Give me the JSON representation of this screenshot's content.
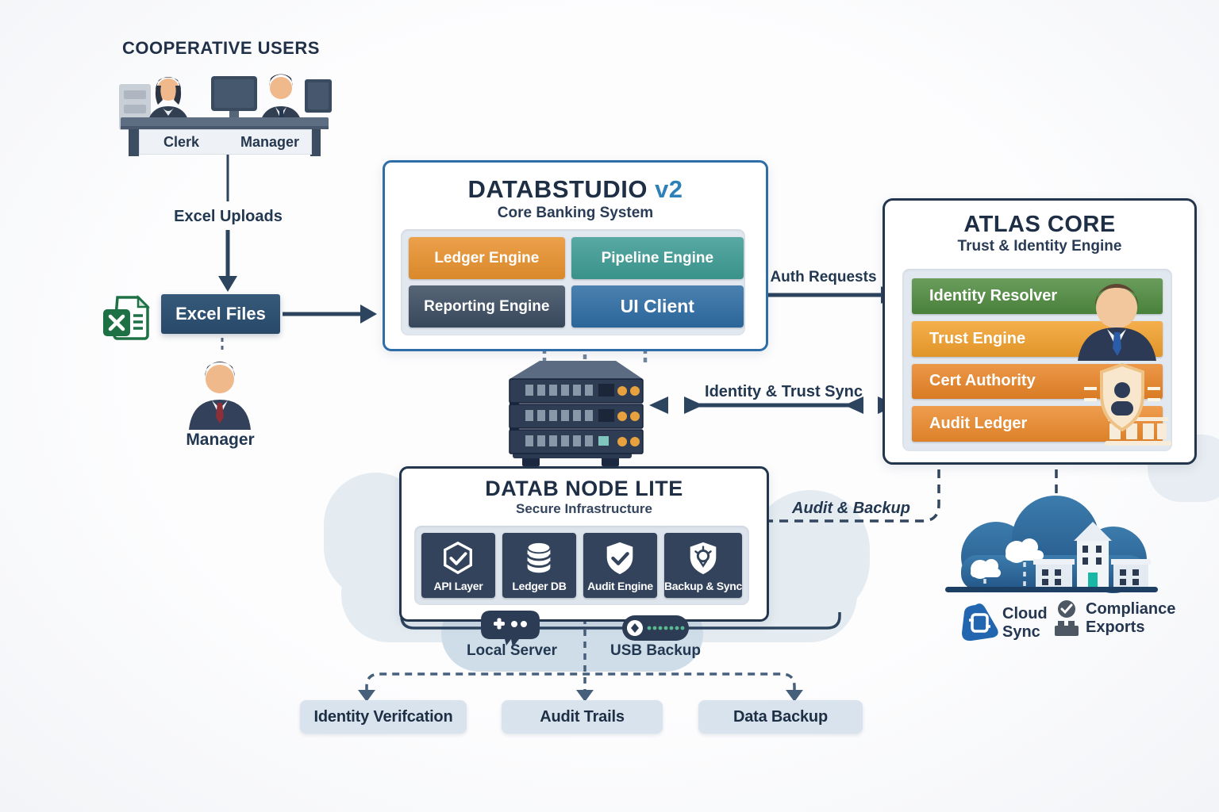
{
  "page": {
    "heading": "COOPERATIVE USERS"
  },
  "desk": {
    "roles": [
      {
        "label": "Clerk"
      },
      {
        "label": "Manager"
      }
    ]
  },
  "flows": {
    "excel_uploads": "Excel Uploads",
    "auth_requests": "Auth Requests",
    "identity_trust_sync": "Identity & Trust Sync",
    "audit_backup": "Audit & Backup"
  },
  "excel": {
    "label": "Excel Files"
  },
  "manager": {
    "label": "Manager"
  },
  "databstudio": {
    "title": "DATABSTUDIO",
    "version": "v2",
    "subtitle": "Core Banking System",
    "modules": [
      {
        "label": "Ledger Engine",
        "color": "#e8912d"
      },
      {
        "label": "Pipeline Engine",
        "color": "#3d9b94"
      },
      {
        "label": "Reporting Engine",
        "color": "#3b4c60"
      },
      {
        "label": "UI Client",
        "color": "#2d6ca3"
      }
    ]
  },
  "atlas": {
    "title": "ATLAS CORE",
    "subtitle": "Trust & Identity Engine",
    "modules": [
      {
        "label": "Identity Resolver",
        "color": "#4e8a3e"
      },
      {
        "label": "Trust Engine",
        "color": "#f2a02b"
      },
      {
        "label": "Cert Authority",
        "color": "#e98426"
      },
      {
        "label": "Audit Ledger",
        "color": "#ec8a2c"
      }
    ]
  },
  "datab_node": {
    "title": "DATAB",
    "title_rest": "NODE LITE",
    "subtitle": "Secure Infrastructure",
    "modules": [
      {
        "label": "API Layer",
        "icon": "hexagon-check-icon"
      },
      {
        "label": "Ledger DB",
        "icon": "database-icon"
      },
      {
        "label": "Audit Engine",
        "icon": "shield-check-icon"
      },
      {
        "label": "Backup & Sync",
        "icon": "shield-sync-icon"
      }
    ]
  },
  "peripherals": {
    "local_server": "Local Server",
    "usb_backup": "USB Backup"
  },
  "outputs": [
    {
      "label": "Identity Verifcation"
    },
    {
      "label": "Audit Trails"
    },
    {
      "label": "Data Backup"
    }
  ],
  "cloud": {
    "services": [
      {
        "label_line1": "Cloud",
        "label_line2": "Sync",
        "icon": "cloud-sync-icon"
      },
      {
        "label_line1": "Compliance",
        "label_line2": "Exports",
        "icon": "compliance-exports-icon"
      }
    ]
  },
  "colors": {
    "ink": "#1f3048",
    "arrow": "#2d445f",
    "studio_border": "#2e6da8",
    "dark_border": "#24364d",
    "panel": "#e2e8ef",
    "chip_bg": "#d9e3ed",
    "excel_green": "#1e7145",
    "excel_box": "#2f5472",
    "version_blue": "#2e80b8",
    "cloud_blue": "#2c6496"
  }
}
